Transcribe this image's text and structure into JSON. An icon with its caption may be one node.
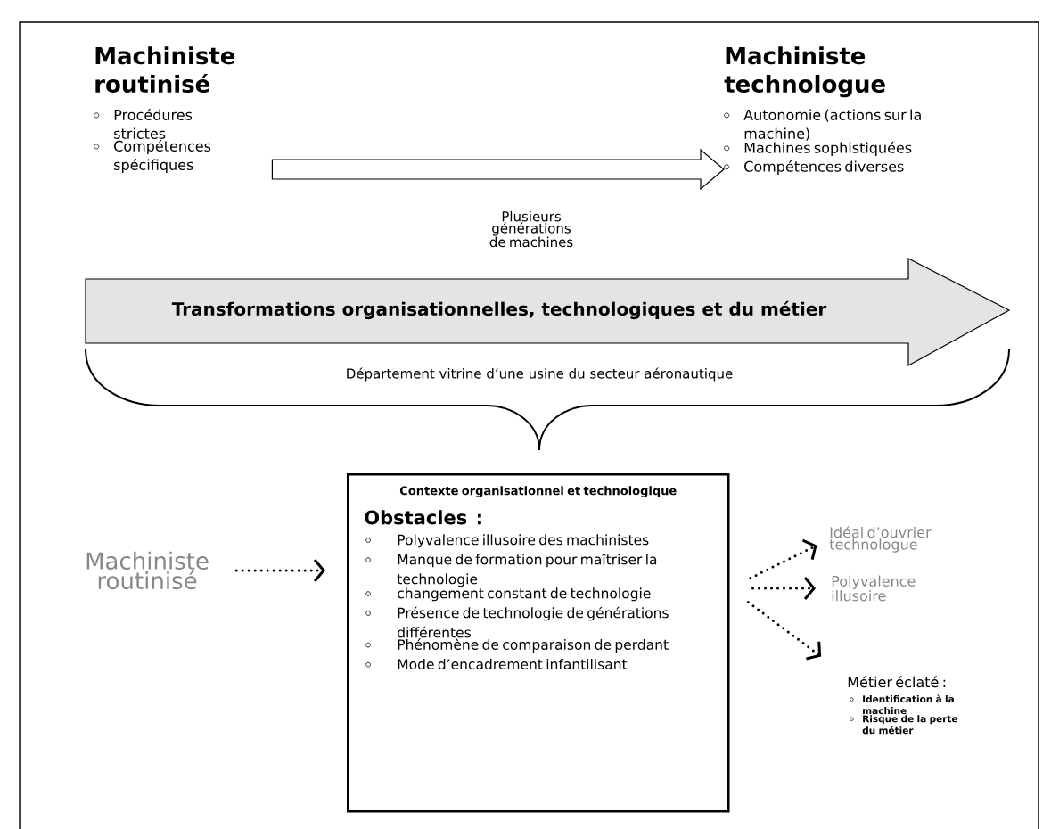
{
  "diagram": {
    "nodes": [
      {
        "text": [
          "Machiniste routinisé",
          "Procédures strictes",
          "Compétences spécifiques"
        ]
      },
      {
        "text": [
          "Machiniste technologue",
          "Autonomie (actions sur la machine)",
          "Machines sophistiquées",
          "Compétences diverses"
        ]
      },
      {
        "text": [
          "Transformations organisationnelles, technologiques et du métier"
        ]
      },
      {
        "text": [
          "Contexte organisationnel et technologique",
          "Obstacles :",
          "Polyvalence illusoire des machinistes",
          "Manque de formation pour maîtriser la technologie",
          "changement constant de technologie",
          "Présence de technologie de générations différentes",
          "Phénomène de comparaison de perdant",
          "Mode d’encadrement infantilisant"
        ]
      },
      {
        "text": [
          "Machiniste routinisé"
        ]
      },
      {
        "text": [
          "Idéal d’ouvrier technologue"
        ]
      },
      {
        "text": [
          "Polyvalence illusoire"
        ]
      },
      {
        "text": [
          "Métier éclaté :",
          "Identification à la machine",
          "Risque de la perte du métier"
        ]
      }
    ],
    "edges": [
      {
        "from": 0,
        "to": 1,
        "arrow": "to",
        "label": "Plusieurs générations de machines"
      },
      {
        "from": 4,
        "to": 3,
        "arrow": "to",
        "style": "dashed"
      },
      {
        "from": 3,
        "to": 5,
        "arrow": "to",
        "style": "dashed"
      },
      {
        "from": 3,
        "to": 6,
        "arrow": "to",
        "style": "dashed"
      },
      {
        "from": 3,
        "to": 7,
        "arrow": "to",
        "style": "dashed"
      }
    ],
    "labels": [
      "Département vitrine d’une usine du secteur aéronautique"
    ]
  }
}
